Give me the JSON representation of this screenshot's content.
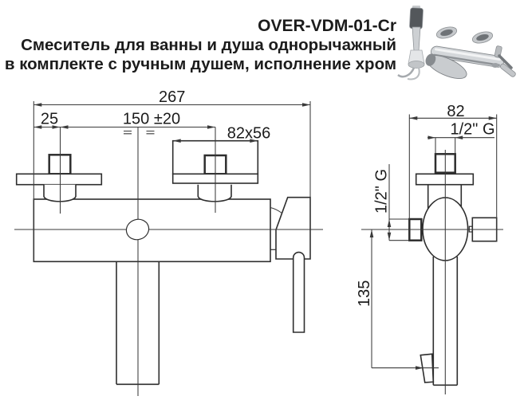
{
  "header": {
    "model": "OVER-VDM-01-Cr",
    "description_line1": "Смеситель для ванны и душа однорычажный",
    "description_line2": "в комплекте с ручным душем, исполнение хром"
  },
  "front_view": {
    "dim_overall_width": "267",
    "dim_left_offset": "25",
    "dim_connection_centers": "150 ±20",
    "dim_escutcheon_plate": "82x56"
  },
  "side_view": {
    "dim_depth": "82",
    "dim_top_thread": "1/2\" G",
    "dim_outlet_thread": "1/2\" G",
    "dim_spout_drop": "135"
  },
  "colors": {
    "line": "#2e2e2e",
    "dim_line": "#3a3a3a",
    "text": "#1c1c1c",
    "background": "#ffffff"
  }
}
